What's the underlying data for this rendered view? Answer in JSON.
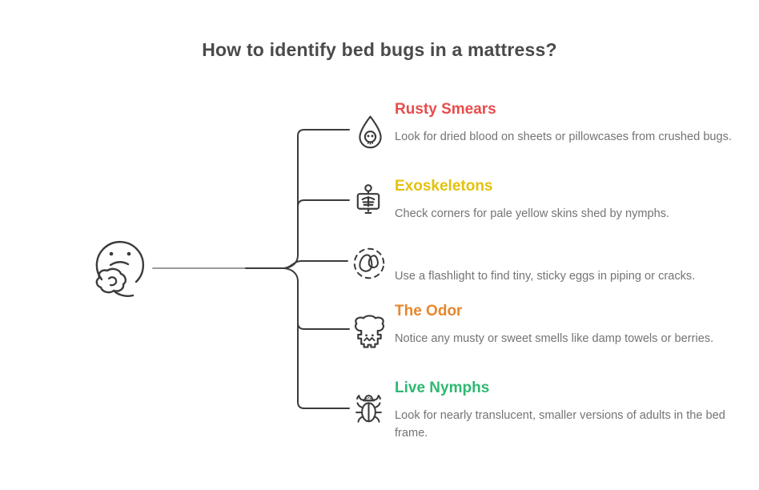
{
  "header": {
    "title": "How to identify bed bugs in a mattress?"
  },
  "palette": {
    "title_text": "#4a4a4a",
    "body_text": "#747474",
    "line_dark": "#3b3b3b",
    "line_gray": "#9b9b9b",
    "background": "#ffffff"
  },
  "thinker": {
    "icon": "thinking-face-icon"
  },
  "items": [
    {
      "icon": "blood-drop-skull-icon",
      "title": "Rusty Smears",
      "color": "#e84c4c",
      "description": "Look for dried blood on sheets or pillowcases from crushed bugs."
    },
    {
      "icon": "exoskeleton-xray-icon",
      "title": "Exoskeletons",
      "color": "#e4c10c",
      "description": "Check corners for pale yellow skins shed by nymphs."
    },
    {
      "icon": "eggs-dashed-circle-icon",
      "description": "Use a flashlight to find tiny, sticky eggs in piping or cracks."
    },
    {
      "icon": "odor-monster-icon",
      "title": "The Odor",
      "color": "#e8862d",
      "description": "Notice any musty or sweet smells like damp towels or berries."
    },
    {
      "icon": "live-nymph-bug-icon",
      "title": "Live Nymphs",
      "color": "#2eb873",
      "description": "Look for nearly translucent, smaller versions of adults in the bed frame."
    }
  ]
}
